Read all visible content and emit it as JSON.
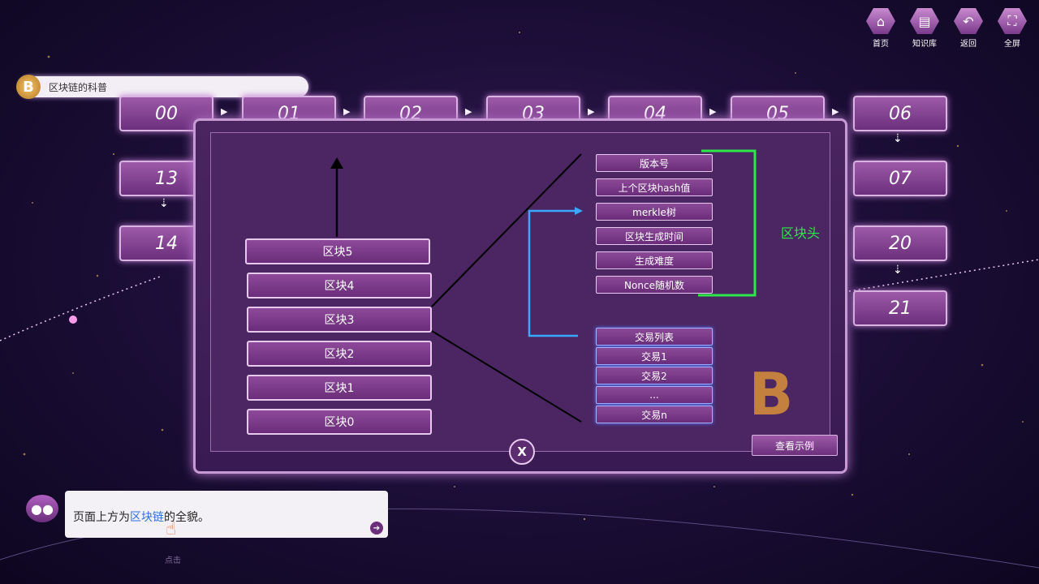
{
  "nav": [
    {
      "label": "首页",
      "icon": "home-icon",
      "glyph": "⌂"
    },
    {
      "label": "知识库",
      "icon": "book-icon",
      "glyph": "▤"
    },
    {
      "label": "返回",
      "icon": "back-icon",
      "glyph": "↶"
    },
    {
      "label": "全屏",
      "icon": "fullscreen-icon",
      "glyph": "⛶"
    }
  ],
  "title": {
    "coin_glyph": "B",
    "text": "区块链的科普"
  },
  "steps": {
    "s00": "00",
    "s01": "01",
    "s02": "02",
    "s03": "03",
    "s04": "04",
    "s05": "05",
    "s06": "06",
    "s07": "07",
    "s13": "13",
    "s14": "14",
    "s20": "20",
    "s21": "21"
  },
  "modal": {
    "blocks": [
      "区块5",
      "区块4",
      "区块3",
      "区块2",
      "区块1",
      "区块0"
    ],
    "header_fields": [
      "版本号",
      "上个区块hash值",
      "merkle树",
      "区块生成时间",
      "生成难度",
      "Nonce随机数"
    ],
    "header_label": "区块头",
    "transactions": [
      "交易列表",
      "交易1",
      "交易2",
      "...",
      "交易n"
    ],
    "example_button": "查看示例",
    "close_glyph": "X",
    "bitcoin_glyph": "B"
  },
  "dialog": {
    "prefix": "页面上方为",
    "highlight": "区块链",
    "suffix": "的全貌。",
    "next_glyph": "➔"
  },
  "hint_label": "点击",
  "colors": {
    "accent": "#9d5aa8",
    "header_bracket": "#2ee84a",
    "merkle_link": "#3aa8ff",
    "highlight": "#2f6fe0"
  }
}
